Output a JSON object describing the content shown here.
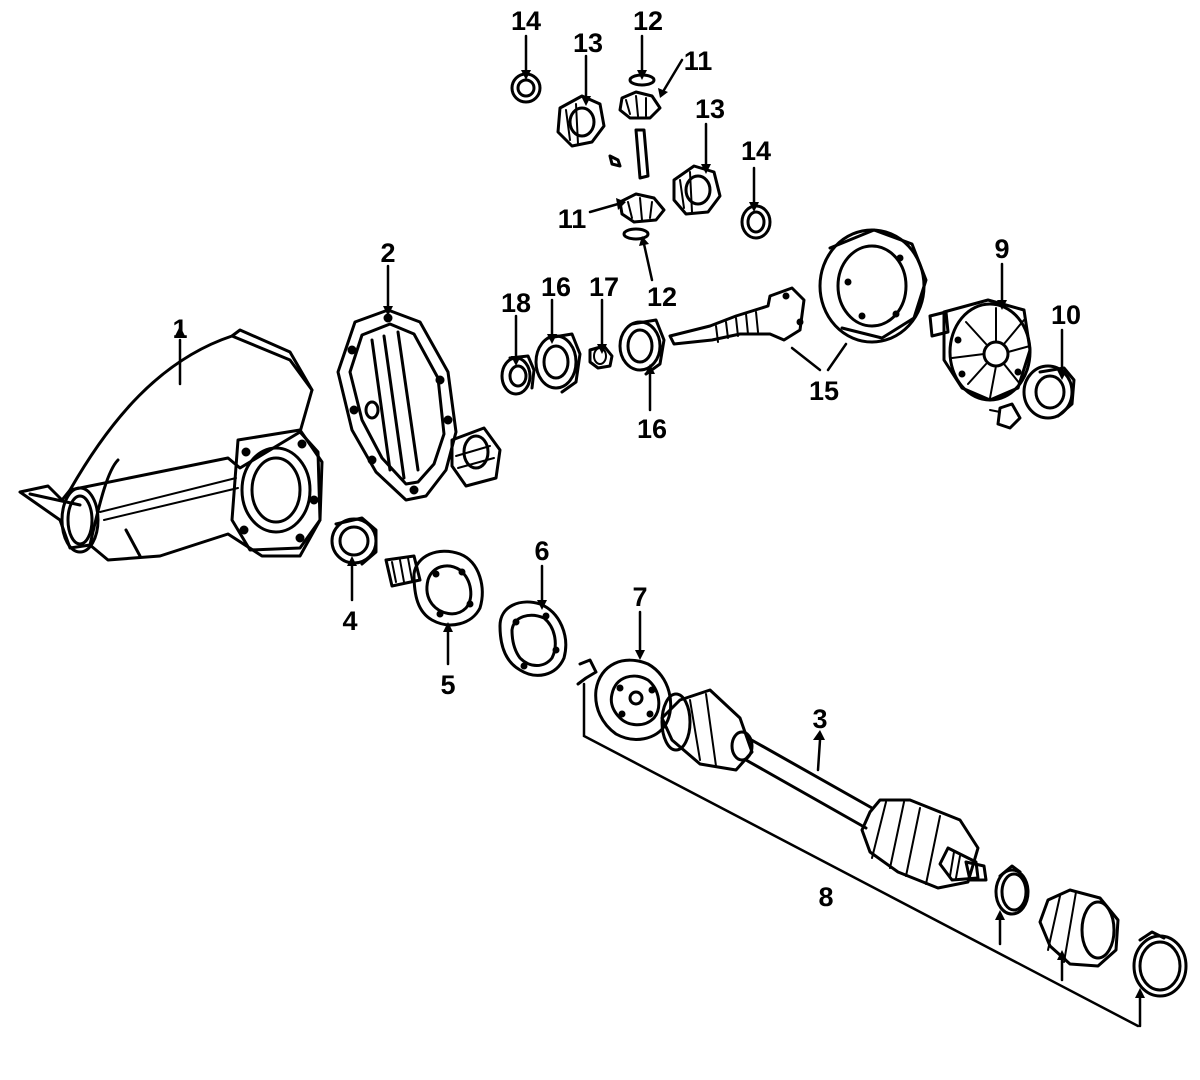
{
  "callouts": {
    "c1": "1",
    "c2": "2",
    "c3": "3",
    "c4": "4",
    "c5": "5",
    "c6": "6",
    "c7": "7",
    "c8": "8",
    "c9": "9",
    "c10": "10",
    "c11a": "11",
    "c11b": "11",
    "c12a": "12",
    "c12b": "12",
    "c13a": "13",
    "c13b": "13",
    "c14a": "14",
    "c14b": "14",
    "c15": "15",
    "c16a": "16",
    "c16b": "16",
    "c17": "17",
    "c18": "18"
  }
}
